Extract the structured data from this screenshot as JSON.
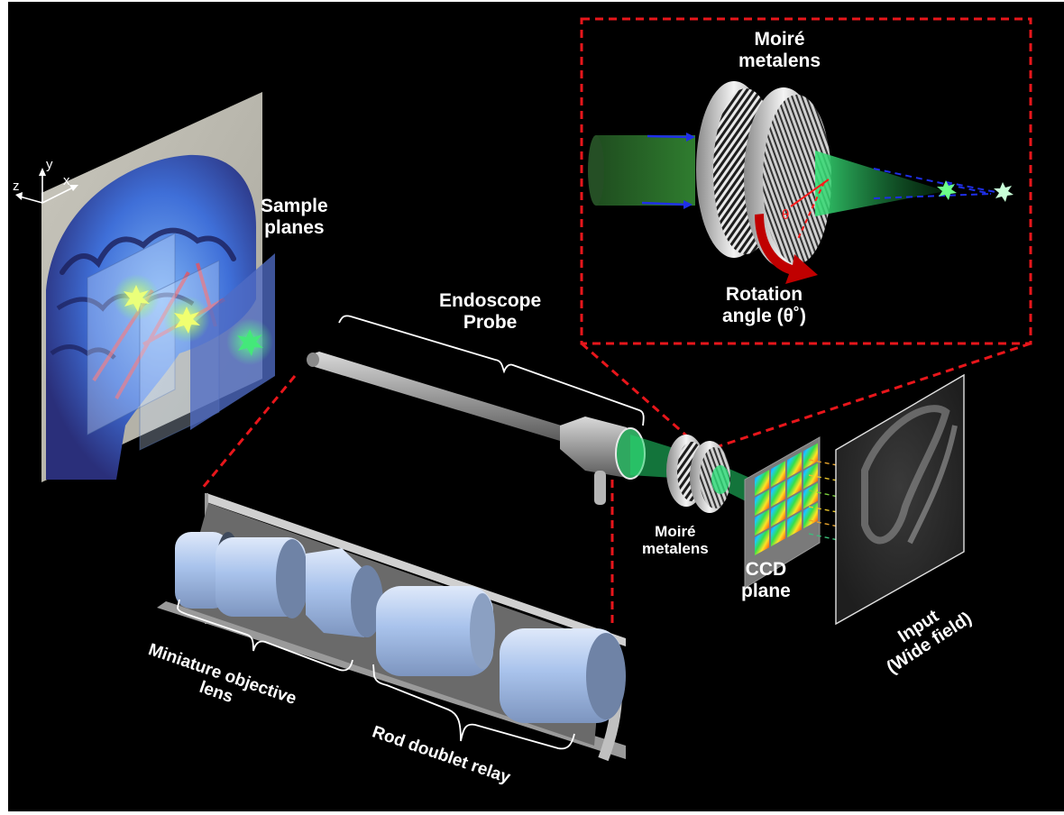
{
  "figure": {
    "axes": {
      "x": "x",
      "y": "y",
      "z": "z"
    },
    "labels": {
      "sample_planes": [
        "Sample",
        "planes"
      ],
      "endoscope_probe": [
        "Endoscope",
        "Probe"
      ],
      "moire_metalens_inset": [
        "Moiré",
        "metalens"
      ],
      "rotation_angle": [
        "Rotation",
        "angle (θ˚)"
      ],
      "theta_symbol": "θ",
      "moire_metalens_small": [
        "Moiré",
        "metalens"
      ],
      "ccd_plane": [
        "CCD",
        "plane"
      ],
      "input_wide_field": [
        "Input",
        "(Wide field)"
      ],
      "miniature_objective_lens": [
        "Miniature objective",
        "lens"
      ],
      "rod_doublet_relay": "Rod doublet relay"
    },
    "colors": {
      "background": "#000000",
      "dashed_callout": "#e8161b",
      "ray_arrows": "#1f2fe8",
      "green_beam": "#23d36b",
      "rotation_arrow": "#c00000",
      "lens_blue": "#a9c3ec",
      "sample_plane_blue": "#4f6bc4"
    },
    "ccd_grid": {
      "rows": 4,
      "cols": 4
    }
  }
}
